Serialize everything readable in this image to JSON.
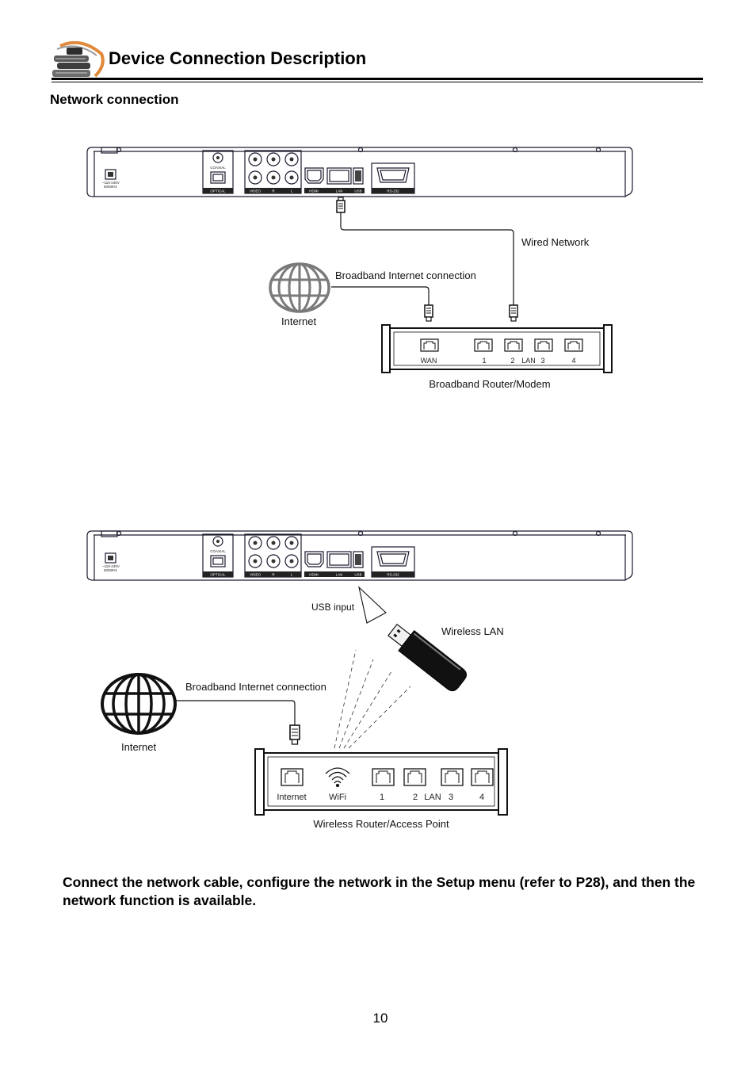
{
  "header": {
    "title": "Device Connection Description"
  },
  "section_title": "Network connection",
  "device_panel": {
    "power_voltage": "~110-240V",
    "power_frequency": "50/60Hz",
    "coaxial": "COAXIAL",
    "optical": "OPTICAL",
    "video": "VIDEO",
    "audio_right": "R",
    "audio_left": "L",
    "hdmi": "HDMI",
    "lan": "LAN",
    "usb": "USB",
    "rs232": "RS-232"
  },
  "wired": {
    "cable_label": "Wired Network",
    "broadband_label": "Broadband Internet connection",
    "internet_label": "Internet",
    "router_ports": [
      "WAN",
      "1",
      "2",
      "LAN",
      "3",
      "4"
    ],
    "router_label": "Broadband Router/Modem"
  },
  "wireless": {
    "usb_input_label": "USB input",
    "adapter_label": "Wireless LAN",
    "broadband_label": "Broadband Internet connection",
    "internet_label": "Internet",
    "router_ports": [
      "Internet",
      "WiFi",
      "1",
      "2",
      "LAN",
      "3",
      "4"
    ],
    "router_label": "Wireless Router/Access Point"
  },
  "instructions": "Connect the network cable, configure the network in the Setup menu (refer to P28), and then the network function is available.",
  "page_number": "10",
  "icons": {
    "logo": "books-logo-icon",
    "globe": "globe-icon",
    "plug": "ethernet-plug-icon",
    "port": "ethernet-port-icon",
    "adapter": "usb-wireless-adapter-icon",
    "wifi": "wifi-icon",
    "usb_arrow": "usb-insert-arrow-icon"
  },
  "colors": {
    "orange_accent": "#e0893a",
    "panel_line": "#1a1a2e",
    "globe_grey": "#7a7a7a"
  }
}
